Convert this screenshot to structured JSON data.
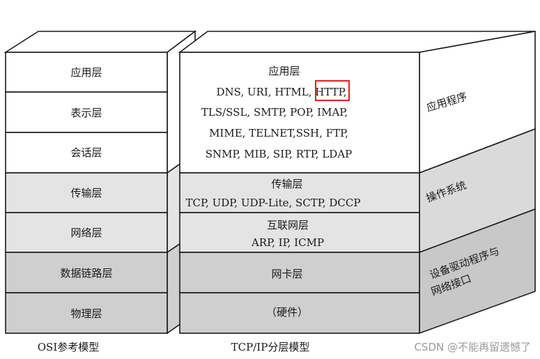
{
  "osi": {
    "caption": "OSI参考模型",
    "layers": [
      "应用层",
      "表示层",
      "会话层",
      "传输层",
      "网络层",
      "数据链路层",
      "物理层"
    ]
  },
  "tcpip": {
    "caption": "TCP/IP分层模型",
    "application": {
      "title": "应用层",
      "line1_prefix": "DNS, URI, HTML, ",
      "line1_highlight": "HTTP,",
      "line2": "TLS/SSL, SMTP, POP, IMAP,",
      "line3": "MIME, TELNET,SSH, FTP,",
      "line4": "SNMP, MIB, SIP, RTP, LDAP"
    },
    "transport": {
      "title": "传输层",
      "protocols": "TCP, UDP, UDP-Lite, SCTP, DCCP"
    },
    "internet": {
      "title": "互联网层",
      "protocols": "ARP, IP, ICMP"
    },
    "link": {
      "title": "网卡层"
    },
    "physical": {
      "title": "（硬件）"
    }
  },
  "side": {
    "application_program": "应用程序",
    "os": "操作系统",
    "driver_line1": "设备驱动程序与",
    "driver_line2": "网络接口"
  },
  "watermark": "CSDN @不能再留遗憾了",
  "colors": {
    "white_fill": "#ffffff",
    "light_gray": "#e4e4e4",
    "mid_gray": "#cfcfcf",
    "side_white": "#ffffff",
    "side_light": "#dadada",
    "side_dark": "#c8c8c8",
    "highlight_box": "#e02020"
  }
}
